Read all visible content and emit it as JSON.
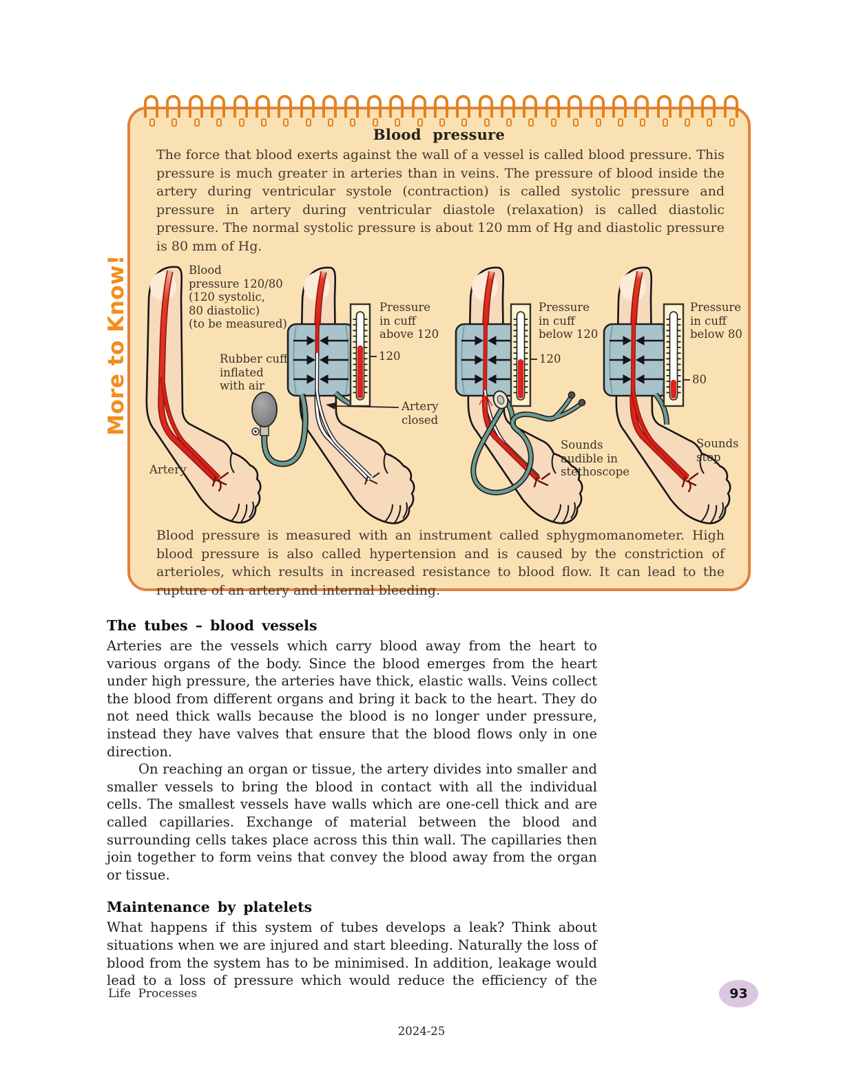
{
  "note_box": {
    "vertical_label": "More to Know!",
    "title": "Blood pressure",
    "intro": "The force that blood exerts against the wall of a vessel is called blood pressure. This pressure is much greater in arteries than in veins. The pressure of blood inside the artery during ventricular systole (contraction) is called systolic pressure and pressure in artery during ventricular diastole (relaxation) is called diastolic pressure. The normal systolic pressure is about 120 mm of Hg and diastolic pressure is 80 mm of Hg.",
    "outro": "Blood pressure is measured with an instrument called sphygmomanometer. High blood pressure is also called hypertension and is caused by the constriction of arterioles, which results in increased resistance to blood flow. It can lead to the rupture of an artery and internal bleeding.",
    "diagram": {
      "labels": {
        "bp": "Blood\npressure 120/80\n(120 systolic,\n80 diastolic)\n(to be measured)",
        "rubber_cuff": "Rubber cuff\ninflated\nwith air",
        "artery": "Artery",
        "gauge1": "Pressure\nin cuff\nabove 120",
        "gauge1_value": "120",
        "artery_closed": "Artery\nclosed",
        "gauge2": "Pressure\nin cuff\nbelow 120",
        "gauge2_value": "120",
        "sounds_audible": "Sounds\naudible in\nstethoscope",
        "gauge3": "Pressure\nin cuff\nbelow 80",
        "gauge3_value": "80",
        "sounds_stop": "Sounds\nstop"
      },
      "colors": {
        "box_fill": "#FAE1B4",
        "box_border": "#E0813C",
        "spiral": "#E5821C",
        "accent_text": "#F28E1B",
        "artery_red": "#DC2318",
        "skin": "#F7D9BC",
        "cuff_blue": "#A9C3CB",
        "tube_teal": "#6F9B93",
        "gauge_fill": "#FCF2D0",
        "page_badge": "#DBC7E0"
      }
    }
  },
  "sections": {
    "tubes": {
      "heading": "The tubes – blood vessels",
      "para1": "Arteries are the vessels which carry blood away from the heart to various organs of the body. Since the blood emerges from the heart under high pressure, the arteries have thick, elastic walls. Veins collect the blood from different organs and bring it back to the heart. They do not need thick walls because the blood is no longer under pressure, instead they have valves that ensure that the blood flows only in one direction.",
      "para2": "On reaching an organ or tissue, the artery divides into smaller and smaller vessels to bring the blood in contact with all the individual cells. The smallest vessels have walls which are one-cell thick and are called capillaries. Exchange of material between the blood and surrounding cells takes place across this thin wall. The capillaries then join together to form veins that convey the blood away from the organ or tissue."
    },
    "platelets": {
      "heading": "Maintenance by platelets",
      "para": "What happens if this system of tubes develops a leak? Think about situations when we are injured and start bleeding. Naturally the loss of blood from the system has to be minimised. In addition, leakage would lead to a loss of pressure which would reduce the efficiency of the"
    }
  },
  "footer": {
    "chapter": "Life Processes",
    "page_number": "93",
    "edition": "2024-25"
  }
}
